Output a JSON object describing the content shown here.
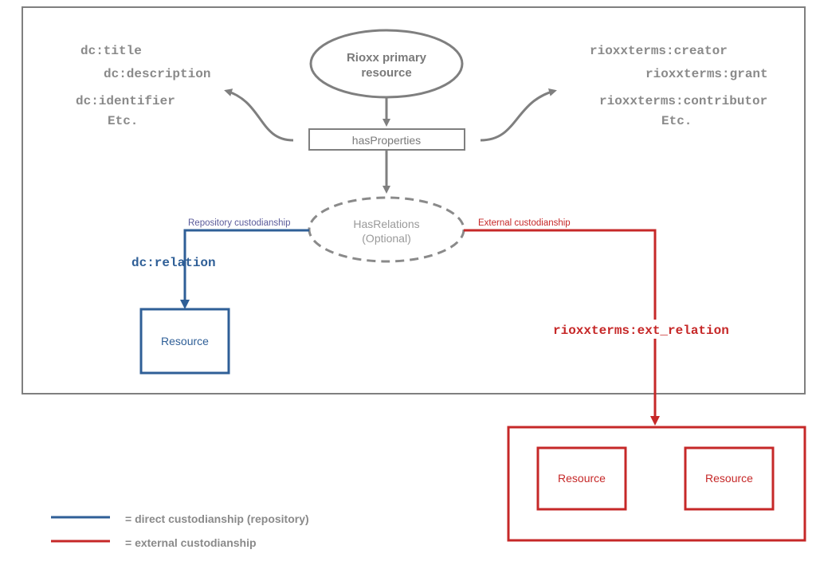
{
  "primary": {
    "line1": "Rioxx primary",
    "line2": "resource"
  },
  "has_properties": "hasProperties",
  "has_relations": {
    "line1": "HasRelations",
    "line2": "(Optional)"
  },
  "left_properties": [
    "dc:title",
    "dc:description",
    "dc:identifier",
    "Etc."
  ],
  "right_properties": [
    "rioxxterms:creator",
    "rioxxterms:grant",
    "rioxxterms:contributor",
    "Etc."
  ],
  "repository_custodianship": "Repository custodianship",
  "external_custodianship": "External custodianship",
  "dc_relation": "dc:relation",
  "ext_relation": "rioxxterms:ext_relation",
  "resource_label": "Resource",
  "legend": {
    "direct": "= direct custodianship (repository)",
    "external": "= external custodianship"
  },
  "colors": {
    "gray": "#7f7f7f",
    "text_gray": "#8a8a8a",
    "blue": "#2f5f97",
    "red": "#c62828",
    "label_blue": "#5b5b9a"
  }
}
